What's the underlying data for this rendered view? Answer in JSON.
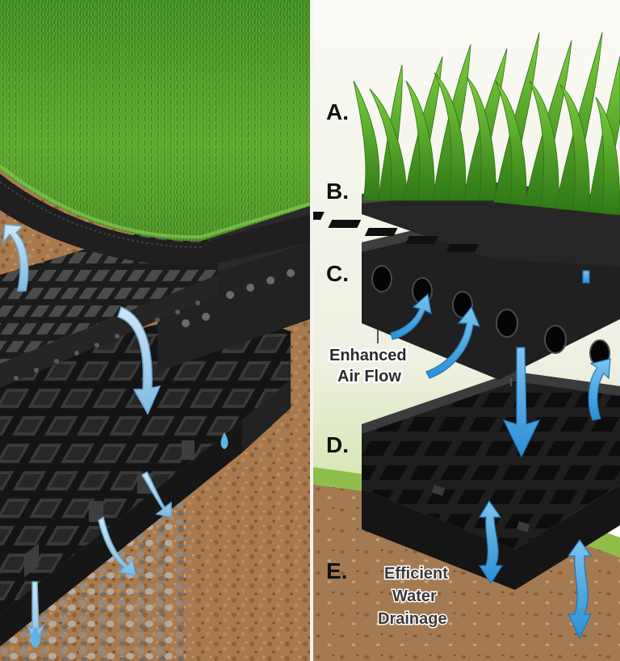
{
  "layers": [
    {
      "letter": "A."
    },
    {
      "letter": "B."
    },
    {
      "letter": "C."
    },
    {
      "letter": "D."
    },
    {
      "letter": "E."
    }
  ],
  "callouts": {
    "air_flow": {
      "line1": "Enhanced",
      "line2": "Air Flow"
    },
    "drainage": {
      "line1": "Efficient",
      "line2": "Water",
      "line3": "Drainage"
    }
  },
  "colors": {
    "grass": "#4f9a2a",
    "grid": "#1e1e1e",
    "soil": "#a8784a",
    "water": "#3a9fdc",
    "sky": "#f3f1e8"
  }
}
